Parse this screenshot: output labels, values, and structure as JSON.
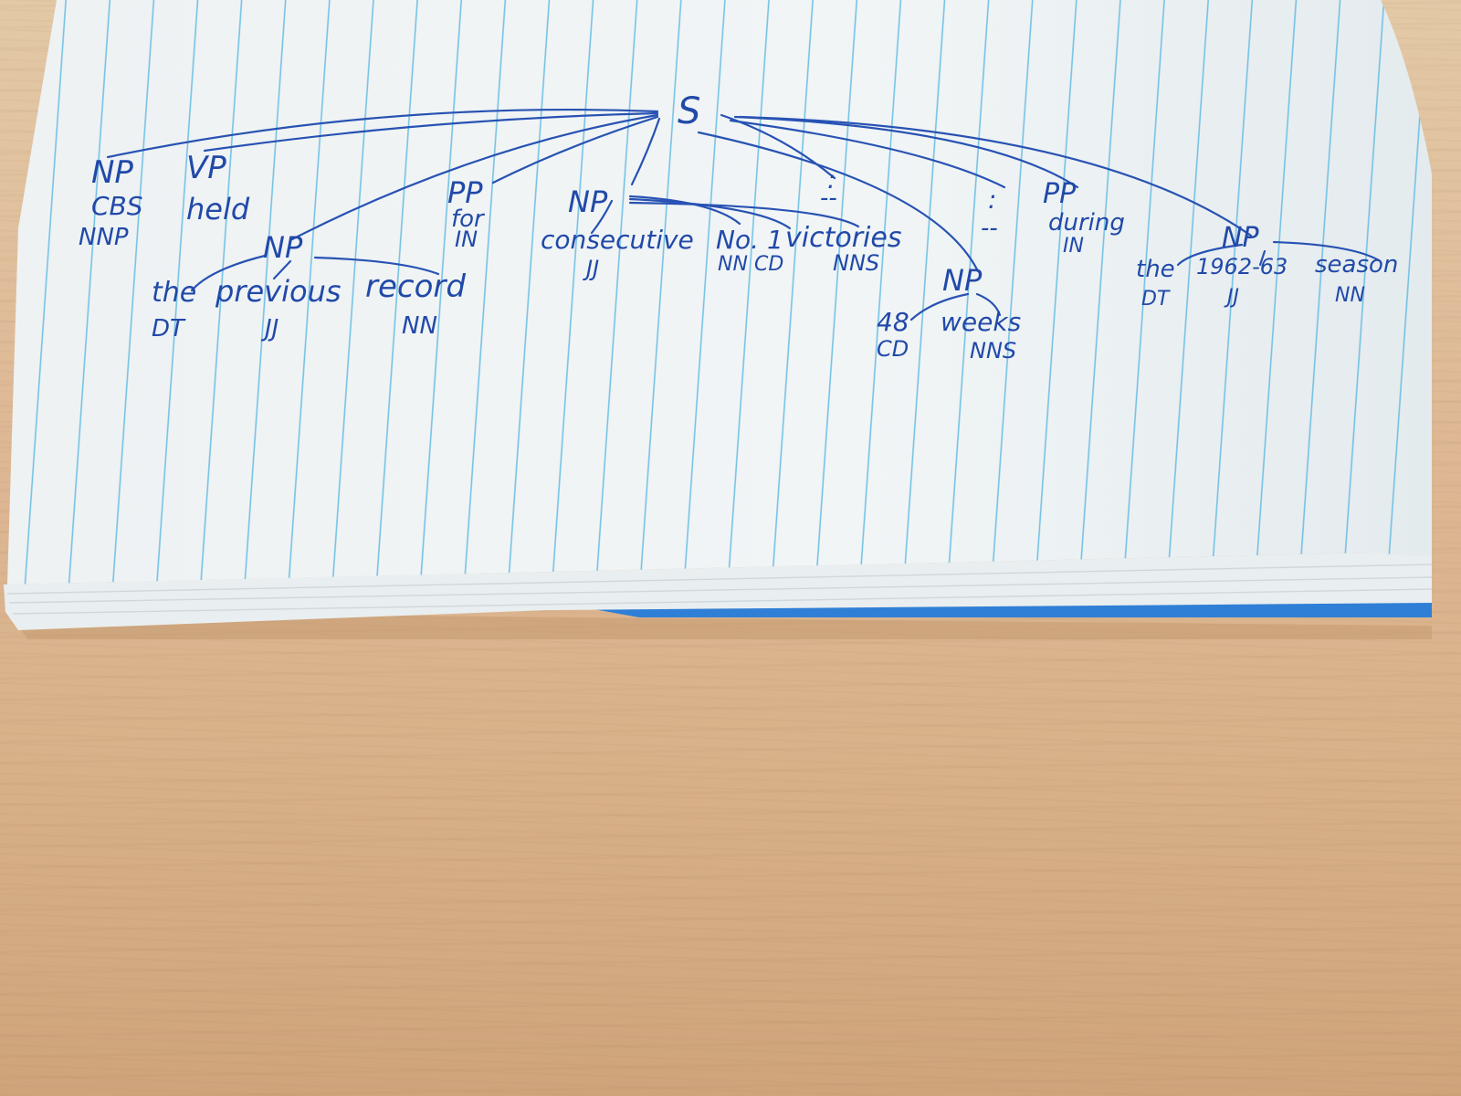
{
  "tree": {
    "root": "S",
    "nodes": {
      "np_cbs": "NP",
      "vp_held": "VP",
      "np_previous": "NP",
      "pp_for": "PP",
      "np_consecutive": "NP",
      "colon_1": ":",
      "colon_2": ":",
      "pp_during": "PP",
      "np_season": "NP",
      "np_weeks": "NP"
    },
    "words": {
      "cbs": "CBS",
      "held": "held",
      "the1": "the",
      "previous": "previous",
      "record": "record",
      "for": "for",
      "consecutive": "consecutive",
      "no": "No.",
      "one": "1",
      "victories": "victories",
      "dash1": "--",
      "dash2": "--",
      "during": "during",
      "the2": "the",
      "year": "1962-63",
      "season": "season",
      "fortyeight": "48",
      "weeks": "weeks"
    },
    "tags": {
      "nnp": "NNP",
      "dt1": "DT",
      "jj1": "JJ",
      "nn1": "NN",
      "in1": "IN",
      "jj2": "JJ",
      "nn2": "NN",
      "cd1": "CD",
      "nns1": "NNS",
      "in2": "IN",
      "dt2": "DT",
      "jj3": "JJ",
      "nn3": "NN",
      "cd2": "CD",
      "nns2": "NNS"
    }
  },
  "colors": {
    "ink": "#2149a8",
    "paper": "#eef3f4",
    "rule": "#5fb9e3",
    "desk": "#ddb792",
    "cover": "#2f7fd6"
  }
}
